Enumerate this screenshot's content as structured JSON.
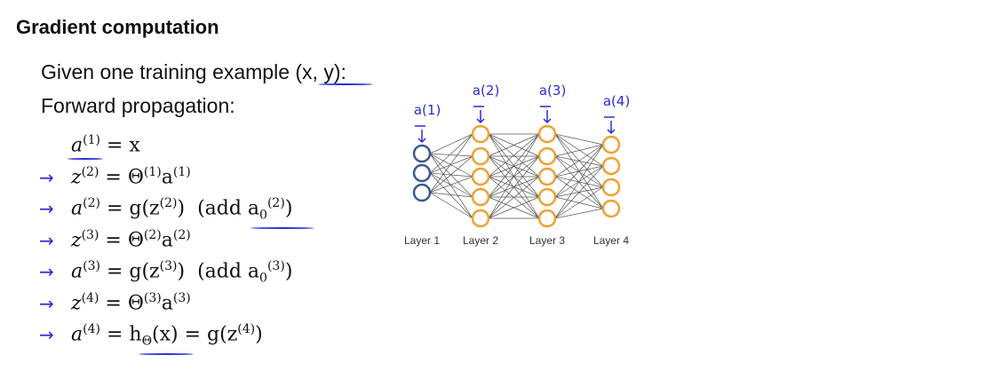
{
  "title": "Gradient computation",
  "given": "Given one training example (x, y):",
  "forward": "Forward propagation:",
  "equations": [
    {
      "lhs": "a",
      "lsup": "(1)",
      "rhs": "= x",
      "arrow": false
    },
    {
      "lhs": "z",
      "lsup": "(2)",
      "rhs": "= Θ<sup>(1)</sup>a<sup>(1)</sup>",
      "arrow": true
    },
    {
      "lhs": "a",
      "lsup": "(2)",
      "rhs": "= g(z<sup>(2)</sup>) &nbsp;(add a<sub>0</sub><sup>(2)</sup>)",
      "arrow": true
    },
    {
      "lhs": "z",
      "lsup": "(3)",
      "rhs": "= Θ<sup>(2)</sup>a<sup>(2)</sup>",
      "arrow": true
    },
    {
      "lhs": "a",
      "lsup": "(3)",
      "rhs": "= g(z<sup>(3)</sup>) &nbsp;(add a<sub>0</sub><sup>(3)</sup>)",
      "arrow": true
    },
    {
      "lhs": "z",
      "lsup": "(4)",
      "rhs": "= Θ<sup>(3)</sup>a<sup>(3)</sup>",
      "arrow": true
    },
    {
      "lhs": "a",
      "lsup": "(4)",
      "rhs": "= h<sub>Θ</sub>(x) = g(z<sup>(4)</sup>)",
      "arrow": true
    }
  ],
  "arrow_glyph": "→",
  "network": {
    "layers": [
      {
        "label": "Layer 1",
        "units": 3,
        "color": "#3a5a8c",
        "annotation": "a(1)"
      },
      {
        "label": "Layer 2",
        "units": 5,
        "color": "#f0a030",
        "annotation": "a(2)"
      },
      {
        "label": "Layer 3",
        "units": 5,
        "color": "#f0a030",
        "annotation": "a(3)"
      },
      {
        "label": "Layer 4",
        "units": 4,
        "color": "#f0a030",
        "annotation": "a(4)"
      }
    ]
  },
  "colors": {
    "ink": "#2b2bd8"
  }
}
